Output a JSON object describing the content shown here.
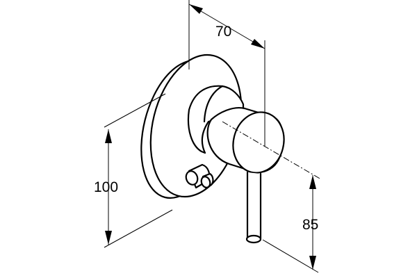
{
  "drawing": {
    "dimensions": [
      {
        "id": "width",
        "label": "70"
      },
      {
        "id": "height",
        "label": "100"
      },
      {
        "id": "handle-height",
        "label": "85"
      }
    ],
    "colors": {
      "line": "#000000",
      "background": "#ffffff"
    }
  }
}
